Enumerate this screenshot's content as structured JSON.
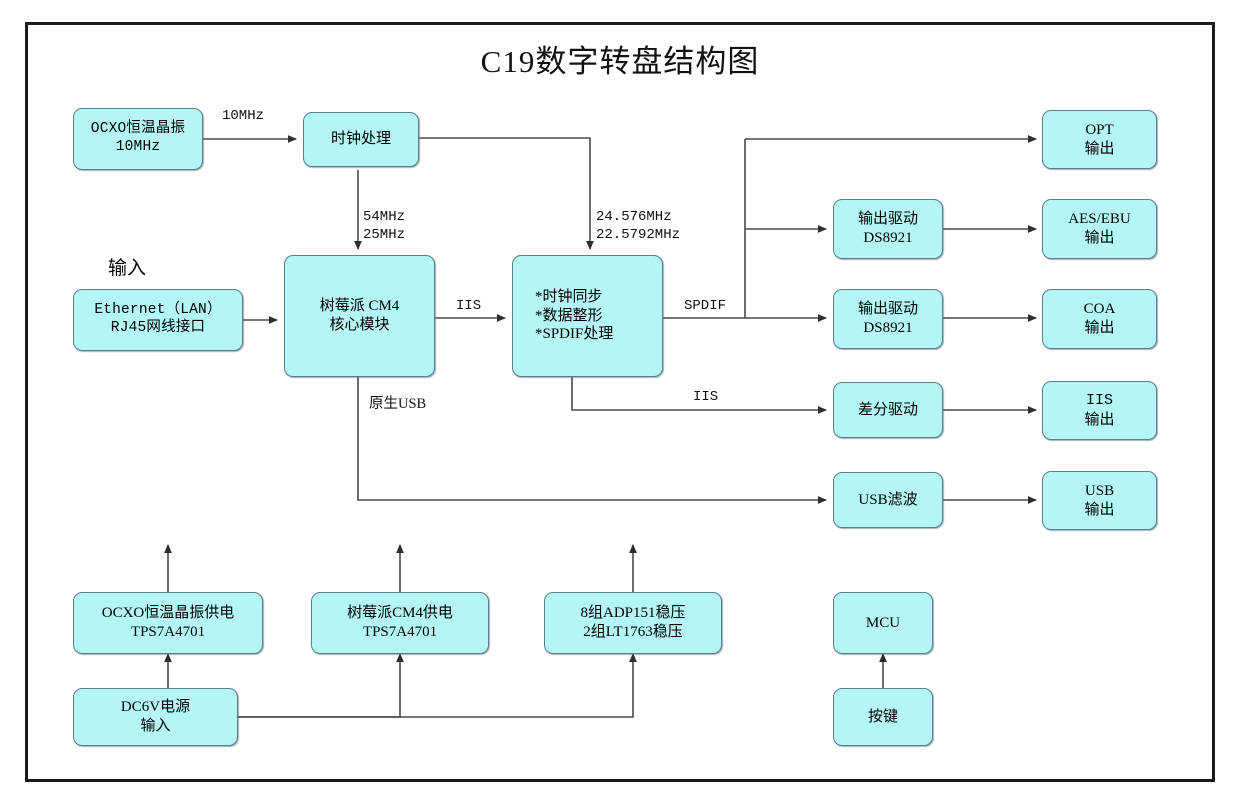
{
  "diagram": {
    "title": "C19数字转盘结构图",
    "colors": {
      "node_fill": "#b4f5f5",
      "node_stroke": "#5a7f8c",
      "line": "#3a3a3a",
      "frame": "#1b1b1b"
    },
    "free_text": [
      {
        "name": "input-heading",
        "text": "输入"
      }
    ],
    "nodes": [
      {
        "id": "ocxo",
        "name": "ocxo-oscillator-node",
        "lines": [
          "OCXO恒温晶振",
          "10MHz"
        ],
        "mono": true
      },
      {
        "id": "clock",
        "name": "clock-processing-node",
        "lines": [
          "时钟处理"
        ],
        "mono": false
      },
      {
        "id": "ethernet",
        "name": "ethernet-input-node",
        "lines": [
          "Ethernet（LAN）",
          "RJ45网线接口"
        ],
        "mono": true
      },
      {
        "id": "cm4",
        "name": "raspberry-cm4-node",
        "lines": [
          "树莓派 CM4",
          "核心模块"
        ],
        "mono": false
      },
      {
        "id": "dsp",
        "name": "spdif-processing-node",
        "lines": [
          "*时钟同步",
          "*数据整形",
          "*SPDIF处理"
        ],
        "mono": false
      },
      {
        "id": "drv1",
        "name": "output-driver-1-node",
        "lines": [
          "输出驱动",
          "DS8921"
        ],
        "mono": false
      },
      {
        "id": "drv2",
        "name": "output-driver-2-node",
        "lines": [
          "输出驱动",
          "DS8921"
        ],
        "mono": false
      },
      {
        "id": "diffdrv",
        "name": "differential-driver-node",
        "lines": [
          "差分驱动"
        ],
        "mono": false
      },
      {
        "id": "usbfilter",
        "name": "usb-filter-node",
        "lines": [
          "USB滤波"
        ],
        "mono": false
      },
      {
        "id": "opt",
        "name": "opt-output-node",
        "lines": [
          "OPT",
          "输出"
        ],
        "mono": false
      },
      {
        "id": "aes",
        "name": "aes-ebu-output-node",
        "lines": [
          "AES/EBU",
          "输出"
        ],
        "mono": false
      },
      {
        "id": "coa",
        "name": "coa-output-node",
        "lines": [
          "COA",
          "输出"
        ],
        "mono": false
      },
      {
        "id": "iisout",
        "name": "iis-output-node",
        "lines": [
          "IIS",
          "输出"
        ],
        "mono": true
      },
      {
        "id": "usbout",
        "name": "usb-output-node",
        "lines": [
          "USB",
          "输出"
        ],
        "mono": false
      },
      {
        "id": "pwr_ocxo",
        "name": "ocxo-power-supply-node",
        "lines": [
          "OCXO恒温晶振供电",
          "TPS7A4701"
        ],
        "mono": false
      },
      {
        "id": "pwr_cm4",
        "name": "cm4-power-supply-node",
        "lines": [
          "树莓派CM4供电",
          "TPS7A4701"
        ],
        "mono": false
      },
      {
        "id": "pwr_reg",
        "name": "regulator-bank-node",
        "lines": [
          "8组ADP151稳压",
          "2组LT1763稳压"
        ],
        "mono": false
      },
      {
        "id": "dc6v",
        "name": "dc6v-power-input-node",
        "lines": [
          "DC6V电源",
          "输入"
        ],
        "mono": false
      },
      {
        "id": "mcu",
        "name": "mcu-node",
        "lines": [
          "MCU"
        ],
        "mono": false
      },
      {
        "id": "key",
        "name": "key-button-node",
        "lines": [
          "按键"
        ],
        "mono": false
      }
    ],
    "edge_labels": [
      {
        "id": "l_10mhz",
        "name": "edge-label-10mhz",
        "lines": [
          "10MHz"
        ]
      },
      {
        "id": "l_5425",
        "name": "edge-label-54-25mhz",
        "lines": [
          "54MHz",
          "25MHz"
        ]
      },
      {
        "id": "l_2457",
        "name": "edge-label-24576mhz",
        "lines": [
          "24.576MHz",
          "22.5792MHz"
        ]
      },
      {
        "id": "l_iis1",
        "name": "edge-label-iis-cm4",
        "lines": [
          "IIS"
        ]
      },
      {
        "id": "l_spdif",
        "name": "edge-label-spdif",
        "lines": [
          "SPDIF"
        ]
      },
      {
        "id": "l_iis2",
        "name": "edge-label-iis-dsp",
        "lines": [
          "IIS"
        ]
      },
      {
        "id": "l_usb",
        "name": "edge-label-native-usb",
        "lines": [
          "原生USB"
        ]
      }
    ]
  }
}
